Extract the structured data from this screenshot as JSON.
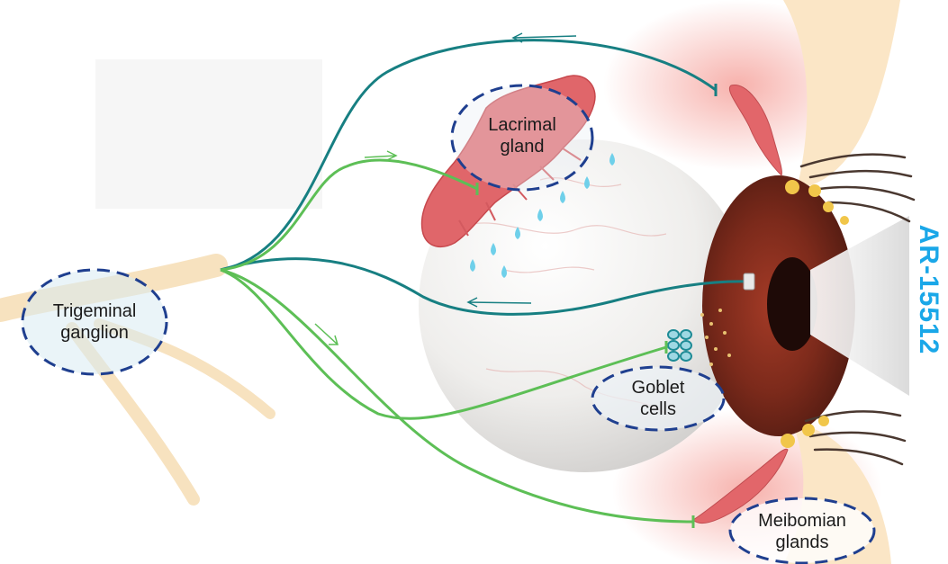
{
  "labels": {
    "trigeminal_line1": "Trigeminal",
    "trigeminal_line2": "ganglion",
    "lacrimal_line1": "Lacrimal",
    "lacrimal_line2": "gland",
    "goblet_line1": "Goblet",
    "goblet_line2": "cells",
    "meibomian_line1": "Meibomian",
    "meibomian_line2": "glands",
    "drug": "AR-15512"
  },
  "colors": {
    "teal_nerve": "#177f82",
    "green_nerve": "#5dbf56",
    "label_dash": "#1f3f8f",
    "drug_text": "#1aa7e8",
    "sclera": "#ecebea",
    "iris": "#6b2418",
    "lacrimal": "#e0666a",
    "tear_drop": "#6fd0ea",
    "ganglion": "#f5deb8"
  }
}
